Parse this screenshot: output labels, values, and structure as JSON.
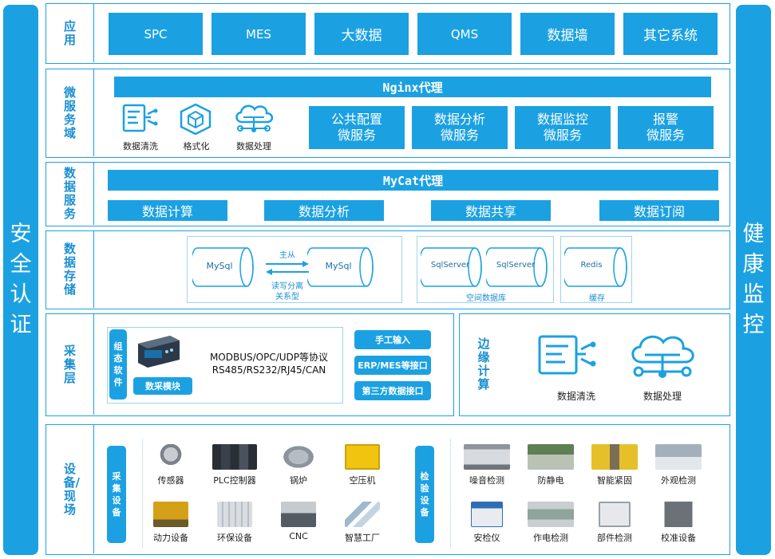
{
  "side_left": "安全认证",
  "side_right": "健康监控",
  "app": {
    "label": "应用",
    "items": [
      "SPC",
      "MES",
      "大数据",
      "QMS",
      "数据墙",
      "其它系统"
    ]
  },
  "micro": {
    "label": "微服务域",
    "proxy": "Nginx代理",
    "icons": [
      "数据清洗",
      "格式化",
      "数据处理"
    ],
    "services": [
      {
        "l1": "公共配置",
        "l2": "微服务"
      },
      {
        "l1": "数据分析",
        "l2": "微服务"
      },
      {
        "l1": "数据监控",
        "l2": "微服务"
      },
      {
        "l1": "报警",
        "l2": "微服务"
      }
    ]
  },
  "dataservice": {
    "label": "数据服务",
    "proxy": "MyCat代理",
    "items": [
      "数据计算",
      "数据分析",
      "数据共享",
      "数据订阅"
    ]
  },
  "storage": {
    "label": "数据存储",
    "mysql_a": "MySql",
    "mysql_b": "MySql",
    "arrow_top": "主从",
    "arrow_bottom_1": "读写分离",
    "arrow_bottom_2": "关系型",
    "sqlserver_a": "SqlServer",
    "sqlserver_b": "SqlServer",
    "spatial": "空间数据库",
    "redis": "Redis",
    "cache": "缓存"
  },
  "collect": {
    "label": "采集层",
    "config_soft": "组态软件",
    "module_btn": "数采模块",
    "proto1": "MODBUS/OPC/UDP等协议",
    "proto2": "RS485/RS232/RJ45/CAN",
    "inputs": [
      "手工输入",
      "ERP/MES等接口",
      "第三方数据接口"
    ],
    "edge_label": "边缘计算",
    "edge_icons": [
      "数据清洗",
      "数据处理"
    ]
  },
  "devices": {
    "label": "设备/现场",
    "collect_pill": "采集设备",
    "collect_items": [
      "传感器",
      "PLC控制器",
      "锅炉",
      "空压机",
      "动力设备",
      "环保设备",
      "CNC",
      "智慧工厂"
    ],
    "inspect_pill": "检验设备",
    "inspect_items": [
      "噪音检测",
      "防静电",
      "智能紧固",
      "外观检测",
      "安检仪",
      "作电检测",
      "部件检测",
      "校准设备"
    ]
  },
  "colors": {
    "accent": "#1ba1e2",
    "label_text": "#1b8fd1",
    "border_light": "#9fd3ef"
  }
}
